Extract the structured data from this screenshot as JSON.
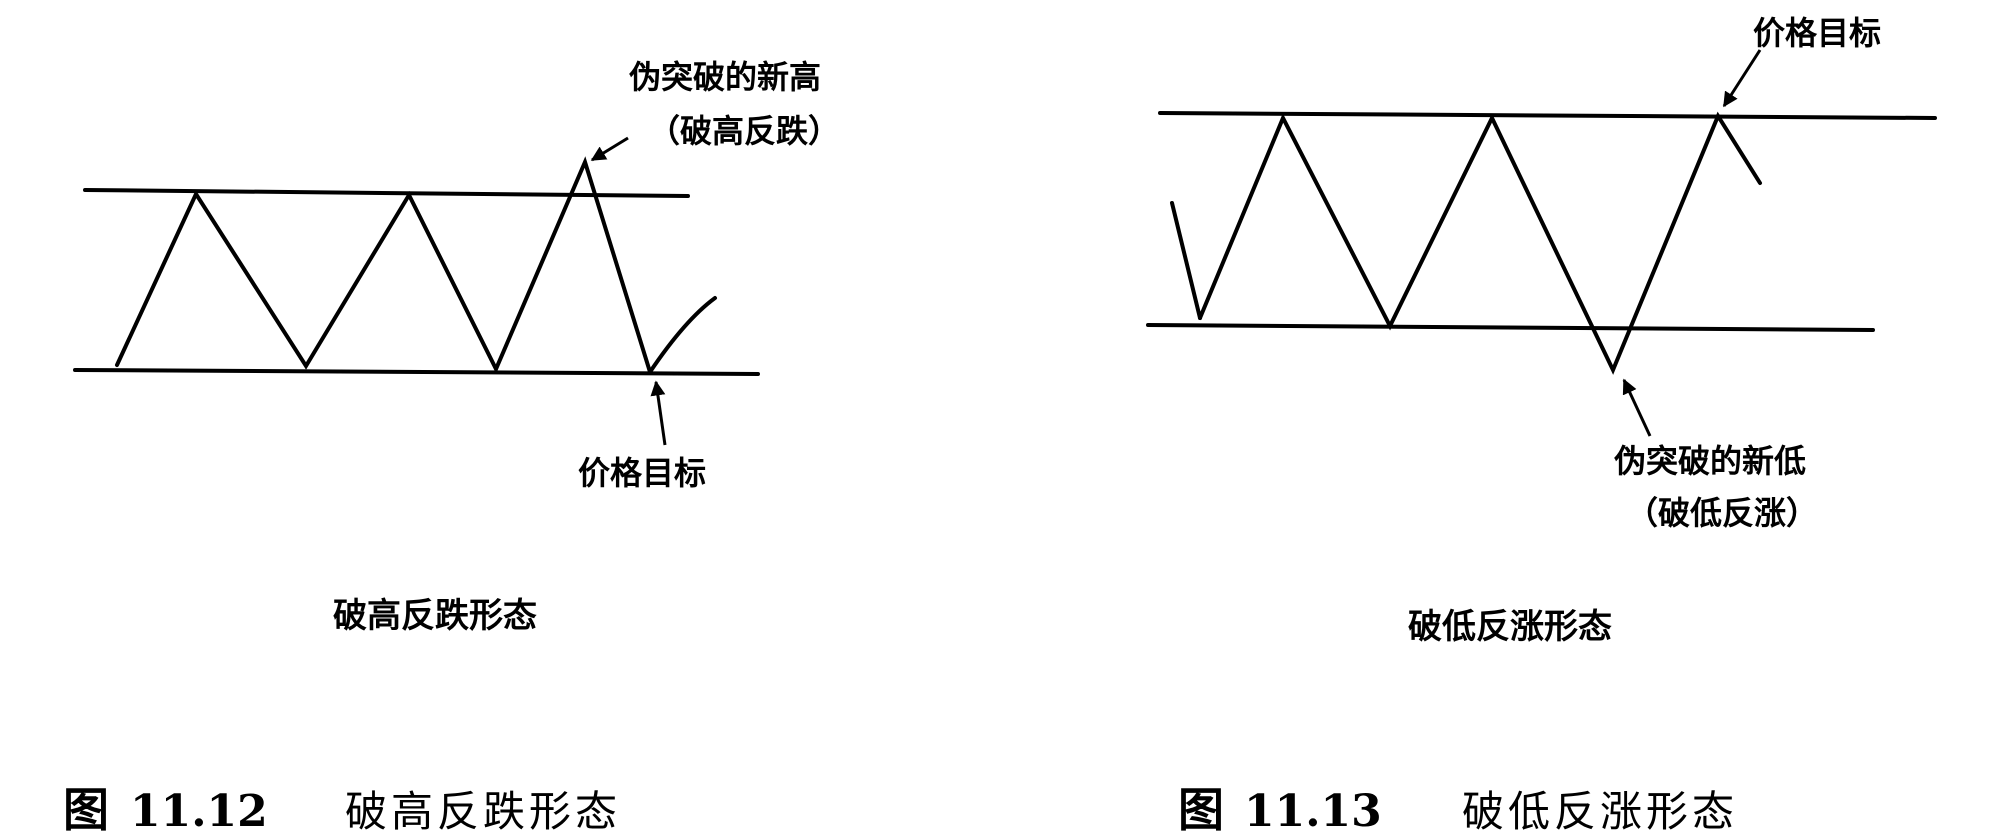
{
  "figures": [
    {
      "caption_prefix": "图",
      "caption_number": "11.12",
      "caption_text": "破高反跌形态",
      "subtitle": "破高反跌形态",
      "annotation_top_line1": "伪突破的新高",
      "annotation_top_line2": "（破高反跌）",
      "annotation_bottom": "价格目标"
    },
    {
      "caption_prefix": "图",
      "caption_number": "11.13",
      "caption_text": "破低反涨形态",
      "subtitle": "破低反涨形态",
      "annotation_top": "价格目标",
      "annotation_bottom_line1": "伪突破的新低",
      "annotation_bottom_line2": "（破低反涨）"
    }
  ]
}
